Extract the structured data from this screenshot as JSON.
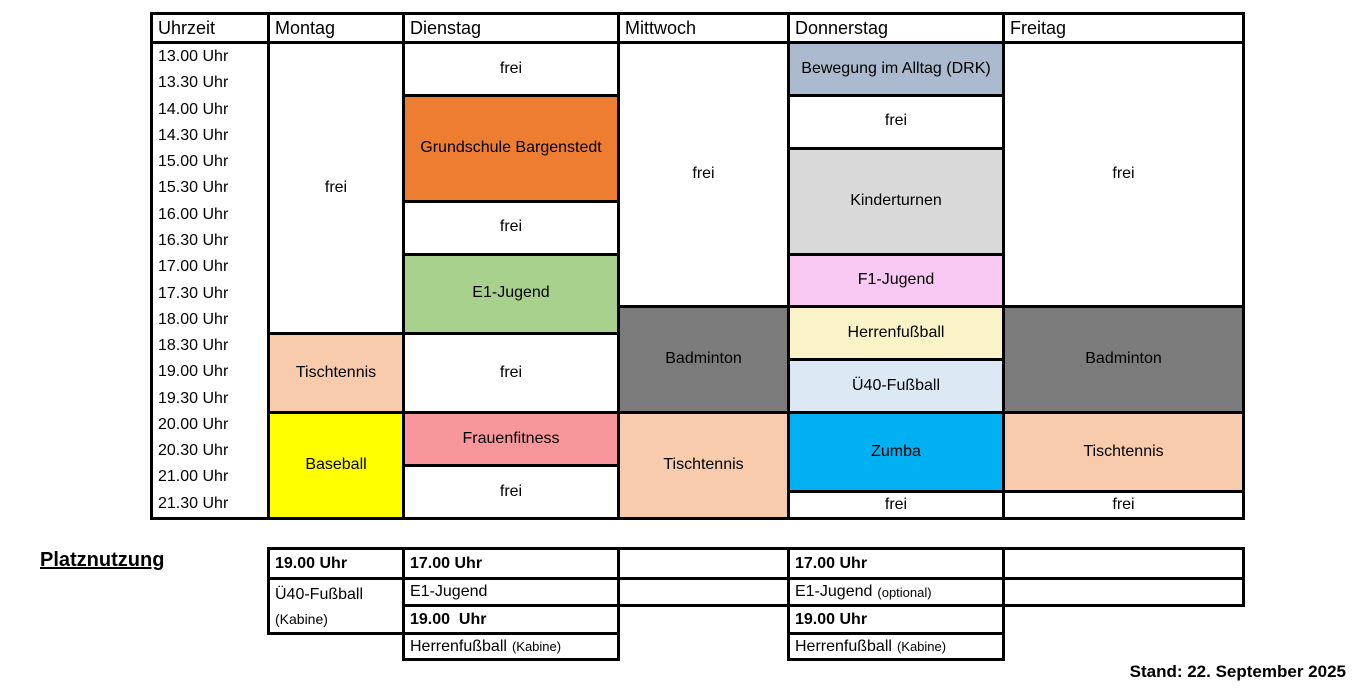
{
  "schedule": {
    "headers": [
      "Uhrzeit",
      "Montag",
      "Dienstag",
      "Mittwoch",
      "Donnerstag",
      "Freitag"
    ],
    "times": [
      "13.00 Uhr",
      "13.30 Uhr",
      "14.00 Uhr",
      "14.30 Uhr",
      "15.00 Uhr",
      "15.30 Uhr",
      "16.00 Uhr",
      "16.30 Uhr",
      "17.00 Uhr",
      "17.30 Uhr",
      "18.00 Uhr",
      "18.30 Uhr",
      "19.00 Uhr",
      "19.30 Uhr",
      "20.00 Uhr",
      "20.30 Uhr",
      "21.00 Uhr",
      "21.30 Uhr"
    ],
    "montag": [
      {
        "label": "frei",
        "from": "13.00",
        "to": "18.30"
      },
      {
        "label": "Tischtennis",
        "from": "18.30",
        "to": "20.00"
      },
      {
        "label": "Baseball",
        "from": "20.00",
        "to": "22.00"
      }
    ],
    "dienstag": [
      {
        "label": "frei",
        "from": "13.00",
        "to": "14.00"
      },
      {
        "label": "Grundschule Bargenstedt",
        "from": "14.00",
        "to": "16.00"
      },
      {
        "label": "frei",
        "from": "16.00",
        "to": "17.00"
      },
      {
        "label": "E1-Jugend",
        "from": "17.00",
        "to": "18.30"
      },
      {
        "label": "frei",
        "from": "18.30",
        "to": "20.00"
      },
      {
        "label": "Frauenfitness",
        "from": "20.00",
        "to": "21.00"
      },
      {
        "label": "frei",
        "from": "21.00",
        "to": "22.00"
      }
    ],
    "mittwoch": [
      {
        "label": "frei",
        "from": "13.00",
        "to": "18.00"
      },
      {
        "label": "Badminton",
        "from": "18.00",
        "to": "20.00"
      },
      {
        "label": "Tischtennis",
        "from": "20.00",
        "to": "22.00"
      }
    ],
    "donnerstag": [
      {
        "label": "Bewegung im Alltag (DRK)",
        "from": "13.00",
        "to": "14.00"
      },
      {
        "label": "frei",
        "from": "14.00",
        "to": "15.00"
      },
      {
        "label": "Kinderturnen",
        "from": "15.00",
        "to": "17.00"
      },
      {
        "label": "F1-Jugend",
        "from": "17.00",
        "to": "18.00"
      },
      {
        "label": "Herrenfußball",
        "from": "18.00",
        "to": "19.00"
      },
      {
        "label": "Ü40-Fußball",
        "from": "19.00",
        "to": "20.00"
      },
      {
        "label": "Zumba",
        "from": "20.00",
        "to": "21.30"
      },
      {
        "label": "frei",
        "from": "21.30",
        "to": "22.00"
      }
    ],
    "freitag": [
      {
        "label": "frei",
        "from": "13.00",
        "to": "18.00"
      },
      {
        "label": "Badminton",
        "from": "18.00",
        "to": "20.00"
      },
      {
        "label": "Tischtennis",
        "from": "20.00",
        "to": "21.30"
      },
      {
        "label": "frei",
        "from": "21.30",
        "to": "22.00"
      }
    ]
  },
  "platznutzung": {
    "heading": "Platznutzung",
    "montag": {
      "time": "19.00 Uhr",
      "activity": "Ü40-Fußball",
      "note": "(Kabine)"
    },
    "dienstag": {
      "time1": "17.00 Uhr",
      "activity1": "E1-Jugend",
      "activity1_note": "",
      "time2": "19.00  Uhr",
      "activity2": "Herrenfußball",
      "activity2_note": "(Kabine)"
    },
    "donnerstag": {
      "time1": "17.00 Uhr",
      "activity1": "E1-Jugend",
      "activity1_note": "(optional)",
      "time2": "19.00 Uhr",
      "activity2": "Herrenfußball",
      "activity2_note": "(Kabine)"
    }
  },
  "footer": {
    "stand": "Stand: 22. September 2025"
  },
  "colors": {
    "grundschule_orange": "#ED7D31",
    "jugend_green": "#A9D18E",
    "badminton_gray": "#7B7B7B",
    "tischtennis_peach": "#F8CBAD",
    "baseball_yellow": "#FFFF00",
    "frauenfitness_salmon": "#F7979C",
    "drk_bluegray": "#ACBACF",
    "kinderturnen_lightgray": "#D9D9D9",
    "f1jugend_pink": "#F9C9F3",
    "herrenfussball_lightyellow": "#FAF3C8",
    "u40_lightblue": "#DCE9F5",
    "zumba_blue": "#00B0F0",
    "grid_black": "#000000"
  }
}
